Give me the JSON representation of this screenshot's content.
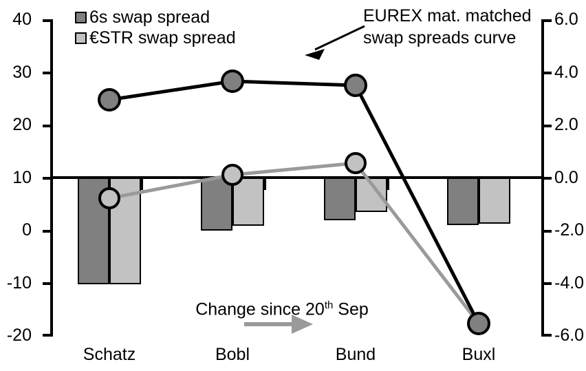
{
  "chart_data": {
    "type": "bar",
    "title": "",
    "categories": [
      "Schatz",
      "Bobl",
      "Bund",
      "Buxl"
    ],
    "series": [
      {
        "name": "6s swap spread",
        "axis": "right",
        "type": "bar",
        "color": "#808080",
        "values": [
          -4.0,
          -1.95,
          -1.55,
          -1.75
        ]
      },
      {
        "name": "€STR swap spread",
        "axis": "right",
        "type": "bar",
        "color": "#c2c2c2",
        "values": [
          -4.0,
          -1.8,
          -1.25,
          -1.7
        ]
      },
      {
        "name": "EUREX mat. matched swap spreads curve",
        "axis": "left",
        "type": "line",
        "color": "#000000",
        "values": [
          24.5,
          28.0,
          27.3,
          -18.0
        ]
      },
      {
        "name": "Change since 20th Sep",
        "axis": "left",
        "type": "line",
        "color": "#9a9a9a",
        "values": [
          6.1,
          10.5,
          12.7,
          -18.0
        ]
      }
    ],
    "left_axis": {
      "ticks": [
        "40",
        "30",
        "20",
        "10",
        "0",
        "-10",
        "-20"
      ],
      "ylim": [
        -20,
        40
      ],
      "label": ""
    },
    "right_axis": {
      "ticks": [
        "6.0",
        "4.0",
        "2.0",
        "0.0",
        "-2.0",
        "-4.0",
        "-6.0"
      ],
      "ylim": [
        -6.0,
        6.0
      ],
      "label": ""
    },
    "xlabel": "",
    "grid": false,
    "legend_position": "top-left"
  },
  "legend": {
    "items": [
      {
        "label": "6s swap spread",
        "swatch": "dark"
      },
      {
        "label": "€STR swap spread",
        "swatch": "light"
      }
    ]
  },
  "annotations": {
    "curve_note_line1": "EUREX mat. matched",
    "curve_note_line2": "swap spreads curve",
    "change_note_prefix": "Change since 20",
    "change_note_sup": "th",
    "change_note_suffix": " Sep"
  },
  "colors": {
    "bar_dark": "#808080",
    "bar_light": "#c2c2c2",
    "line_black": "#000000",
    "line_gray": "#9a9a9a",
    "marker_black_fill": "#808080",
    "marker_gray_fill": "#c2c2c2",
    "axis": "#000000"
  }
}
